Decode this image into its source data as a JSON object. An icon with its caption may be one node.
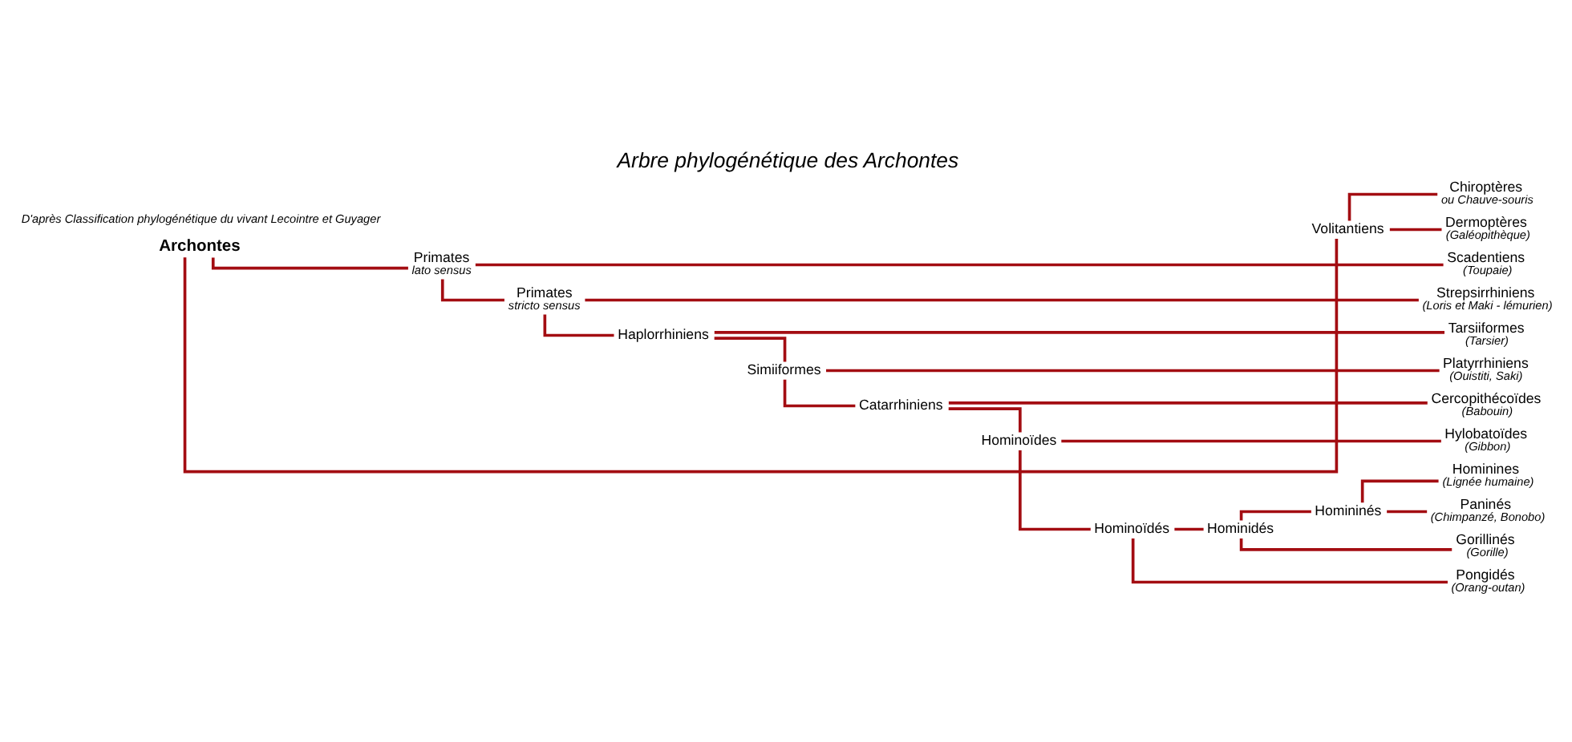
{
  "diagram": {
    "title": "Arbre phylogénétique des Archontes",
    "nodes": [
      {
        "text": [
          "Archontes"
        ]
      },
      {
        "text": [
          "Volitantiens"
        ]
      },
      {
        "text": [
          "Chiroptères",
          "ou Chauve-souris"
        ]
      },
      {
        "text": [
          "Dermoptères",
          "(Galéopithèque)"
        ]
      },
      {
        "text": [
          "Primates",
          "lato sensus"
        ]
      },
      {
        "text": [
          "Scadentiens",
          "(Toupaie)"
        ]
      },
      {
        "text": [
          "Primates",
          "stricto sensus"
        ]
      },
      {
        "text": [
          "Strepsirrhiniens",
          "(Loris et Maki - lémurien)"
        ]
      },
      {
        "text": [
          "Haplorrhiniens"
        ]
      },
      {
        "text": [
          "Tarsiiformes",
          "(Tarsier)"
        ]
      },
      {
        "text": [
          "Simiiformes"
        ]
      },
      {
        "text": [
          "Platyrrhiniens",
          "(Ouistiti, Saki)"
        ]
      },
      {
        "text": [
          "Catarrhiniens"
        ]
      },
      {
        "text": [
          "Cercopithécoïdes",
          "(Babouin)"
        ]
      },
      {
        "text": [
          "Hominoïdes"
        ]
      },
      {
        "text": [
          "Hylobatoïdes",
          "(Gibbon)"
        ]
      },
      {
        "text": [
          "Hominoïdés"
        ]
      },
      {
        "text": [
          "Hominidés"
        ]
      },
      {
        "text": [
          "Homininés"
        ]
      },
      {
        "text": [
          "Hominines",
          "(Lignée humaine)"
        ]
      },
      {
        "text": [
          "Paninés",
          "(Chimpanzé, Bonobo)"
        ]
      },
      {
        "text": [
          "Gorillinés",
          "(Gorille)"
        ]
      },
      {
        "text": [
          "Pongidés",
          "(Orang-outan)"
        ]
      }
    ],
    "edges": [
      {
        "from": 0,
        "to": 1,
        "arrow": "none"
      },
      {
        "from": 0,
        "to": 4,
        "arrow": "none"
      },
      {
        "from": 1,
        "to": 2,
        "arrow": "none"
      },
      {
        "from": 1,
        "to": 3,
        "arrow": "none"
      },
      {
        "from": 4,
        "to": 5,
        "arrow": "none"
      },
      {
        "from": 4,
        "to": 6,
        "arrow": "none"
      },
      {
        "from": 6,
        "to": 7,
        "arrow": "none"
      },
      {
        "from": 6,
        "to": 8,
        "arrow": "none"
      },
      {
        "from": 8,
        "to": 9,
        "arrow": "none"
      },
      {
        "from": 8,
        "to": 10,
        "arrow": "none"
      },
      {
        "from": 10,
        "to": 11,
        "arrow": "none"
      },
      {
        "from": 10,
        "to": 12,
        "arrow": "none"
      },
      {
        "from": 12,
        "to": 13,
        "arrow": "none"
      },
      {
        "from": 12,
        "to": 14,
        "arrow": "none"
      },
      {
        "from": 14,
        "to": 15,
        "arrow": "none"
      },
      {
        "from": 14,
        "to": 16,
        "arrow": "none"
      },
      {
        "from": 16,
        "to": 17,
        "arrow": "none"
      },
      {
        "from": 16,
        "to": 22,
        "arrow": "none"
      },
      {
        "from": 17,
        "to": 18,
        "arrow": "none"
      },
      {
        "from": 17,
        "to": 21,
        "arrow": "none"
      },
      {
        "from": 18,
        "to": 19,
        "arrow": "none"
      },
      {
        "from": 18,
        "to": 20,
        "arrow": "none"
      }
    ],
    "labels": [
      "D'après Classification phylogénétique du vivant Lecointre et Guyager"
    ]
  }
}
